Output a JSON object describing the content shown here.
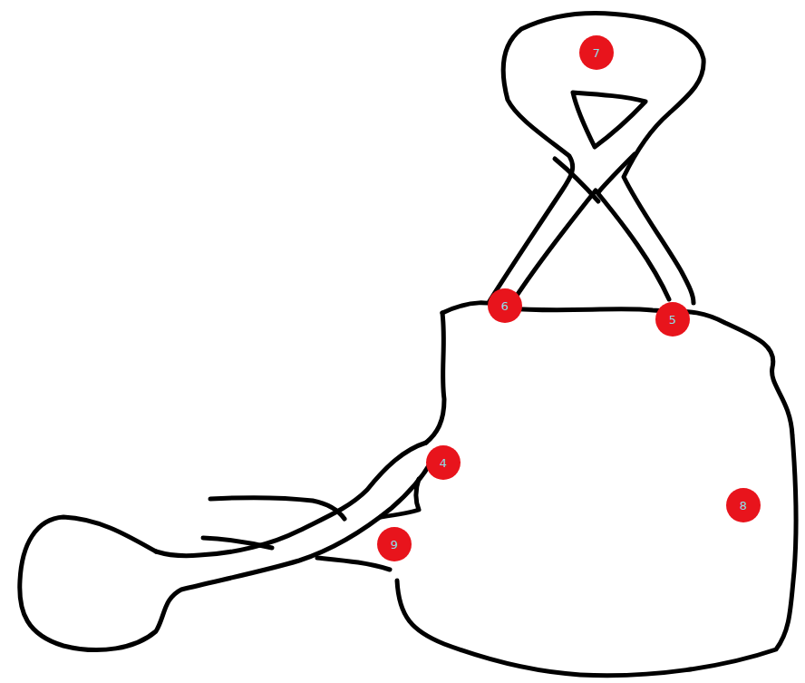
{
  "diagram": {
    "nodes": [
      {
        "text": [
          "7"
        ]
      },
      {
        "text": [
          "6"
        ]
      },
      {
        "text": [
          "5"
        ]
      },
      {
        "text": [
          "4"
        ]
      },
      {
        "text": [
          "8"
        ]
      },
      {
        "text": [
          "9"
        ]
      }
    ]
  }
}
